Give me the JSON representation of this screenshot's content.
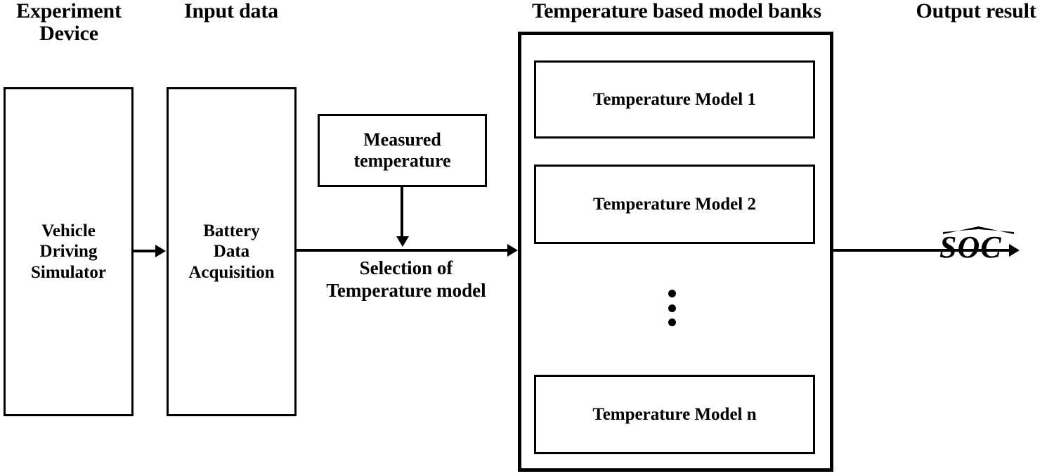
{
  "diagram": {
    "title": "Temperature based model bank SOC estimation flow",
    "background_color": "#ffffff",
    "line_color": "#000000",
    "headers": {
      "experiment_device": "Experiment\nDevice",
      "input_data": "Input data",
      "model_banks": "Temperature based model banks",
      "output_result": "Output result"
    },
    "boxes": {
      "simulator": "Vehicle\nDriving\nSimulator",
      "acquisition": "Battery\nData\nAcquisition",
      "measured_temperature": "Measured\ntemperature"
    },
    "captions": {
      "selection": "Selection of\nTemperature model"
    },
    "model_bank": {
      "models": [
        {
          "label": "Temperature Model 1"
        },
        {
          "label": "Temperature Model 2"
        },
        {
          "label": "Temperature Model n"
        }
      ],
      "ellipsis_dots": 3
    },
    "output": {
      "symbol": "SOC",
      "accent": "hat"
    },
    "arrows": [
      {
        "name": "simulator-to-acquisition",
        "direction": "right"
      },
      {
        "name": "acquisition-to-model-bank",
        "direction": "right"
      },
      {
        "name": "measured-temperature-to-selection",
        "direction": "down"
      },
      {
        "name": "model-bank-to-output",
        "direction": "right"
      }
    ]
  }
}
